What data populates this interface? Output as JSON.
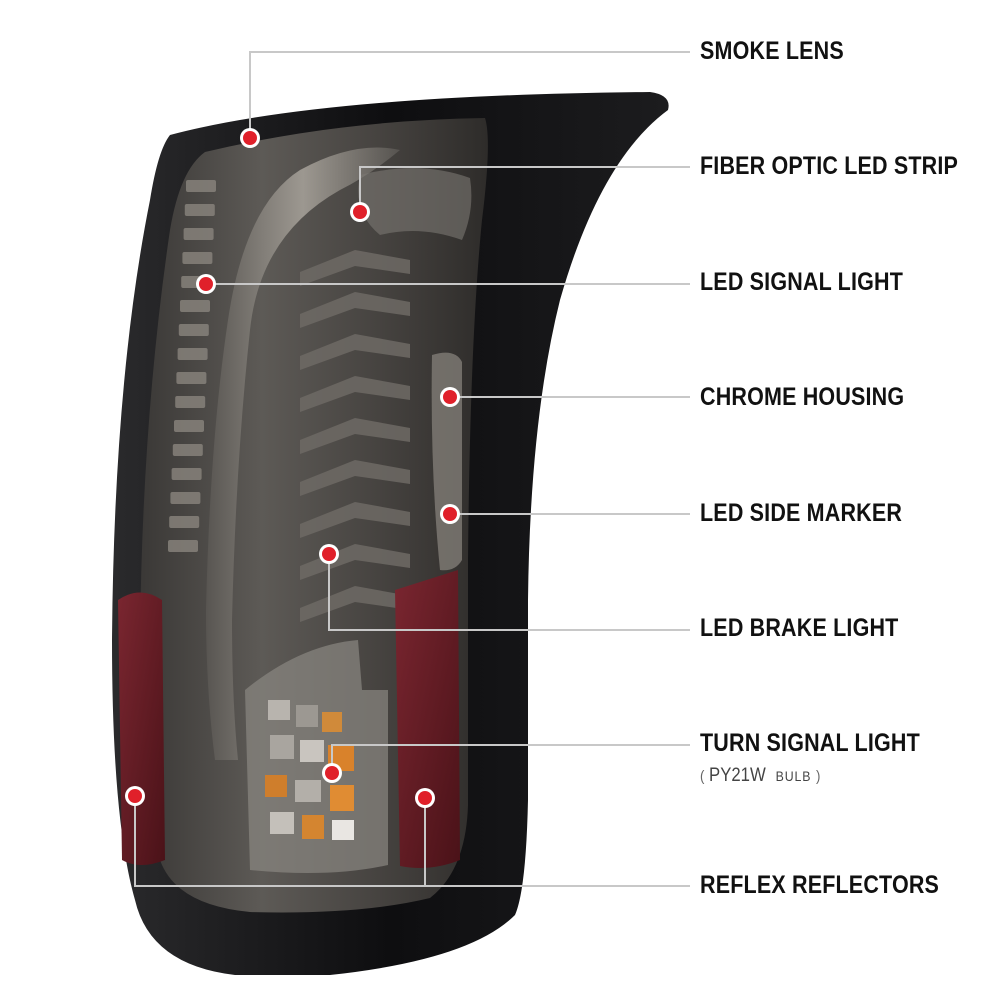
{
  "callouts": [
    {
      "id": "smoke-lens",
      "label": "SMOKE LENS"
    },
    {
      "id": "fiber-optic-led-strip",
      "label": "FIBER OPTIC LED STRIP"
    },
    {
      "id": "led-signal-light",
      "label": "LED SIGNAL LIGHT"
    },
    {
      "id": "chrome-housing",
      "label": "CHROME HOUSING"
    },
    {
      "id": "led-side-marker",
      "label": "LED SIDE MARKER"
    },
    {
      "id": "led-brake-light",
      "label": "LED BRAKE LIGHT"
    },
    {
      "id": "turn-signal-light",
      "label": "TURN SIGNAL LIGHT"
    },
    {
      "id": "reflex-reflectors",
      "label": "REFLEX REFLECTORS"
    }
  ],
  "turn_signal_bulb": {
    "open": "(",
    "code": "PY21W",
    "word": "BULB",
    "close": ")"
  },
  "colors": {
    "leader_line": "#c8c8c8",
    "marker_red": "#e0202a",
    "shell": "#141416",
    "lens_smoke": "#4a4744",
    "reflector": "#6b1a22",
    "amber": "#d9822b"
  }
}
